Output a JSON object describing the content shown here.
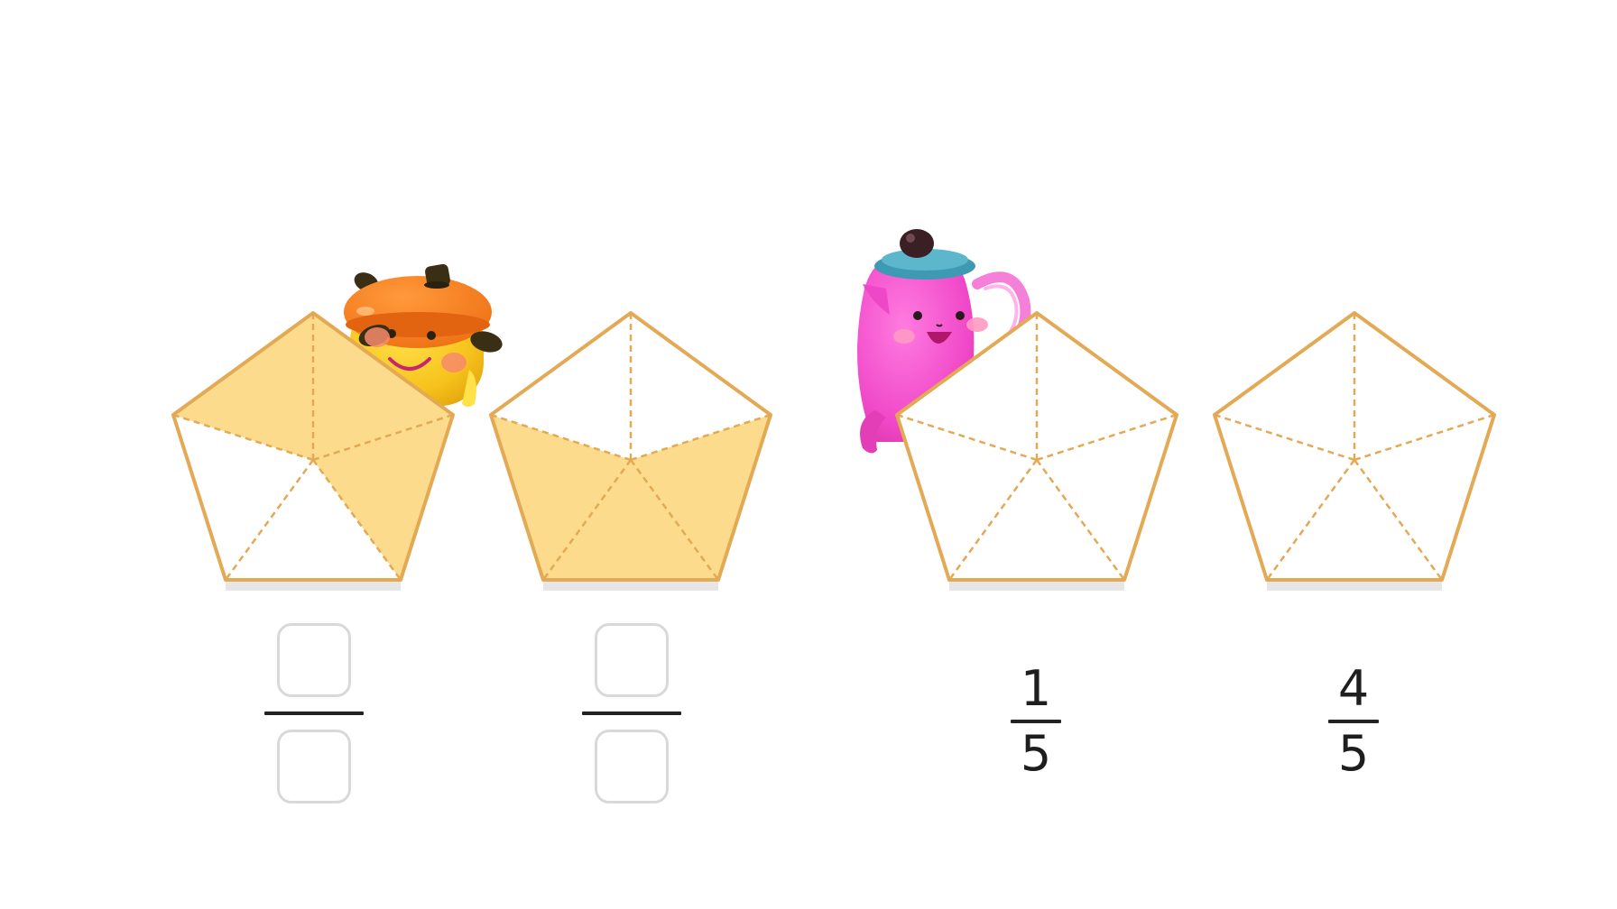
{
  "colors": {
    "outline": "#E3A955",
    "fill": "#FCDC8C",
    "empty": "#FFFFFF",
    "shadow": "#E6E6E6",
    "text": "#1E1E1E"
  },
  "characters": [
    {
      "name": "orange-pot-character-icon"
    },
    {
      "name": "pink-teapot-character-icon"
    }
  ],
  "pentagons": [
    {
      "id": "p1",
      "shaded": [
        0,
        1,
        4
      ]
    },
    {
      "id": "p2",
      "shaded": [
        1,
        2,
        3
      ]
    },
    {
      "id": "p3",
      "shaded": []
    },
    {
      "id": "p4",
      "shaded": []
    }
  ],
  "fractions": [
    {
      "type": "input",
      "numerator": "",
      "denominator": ""
    },
    {
      "type": "input",
      "numerator": "",
      "denominator": ""
    },
    {
      "type": "given",
      "numerator": "1",
      "denominator": "5"
    },
    {
      "type": "given",
      "numerator": "4",
      "denominator": "5"
    }
  ]
}
